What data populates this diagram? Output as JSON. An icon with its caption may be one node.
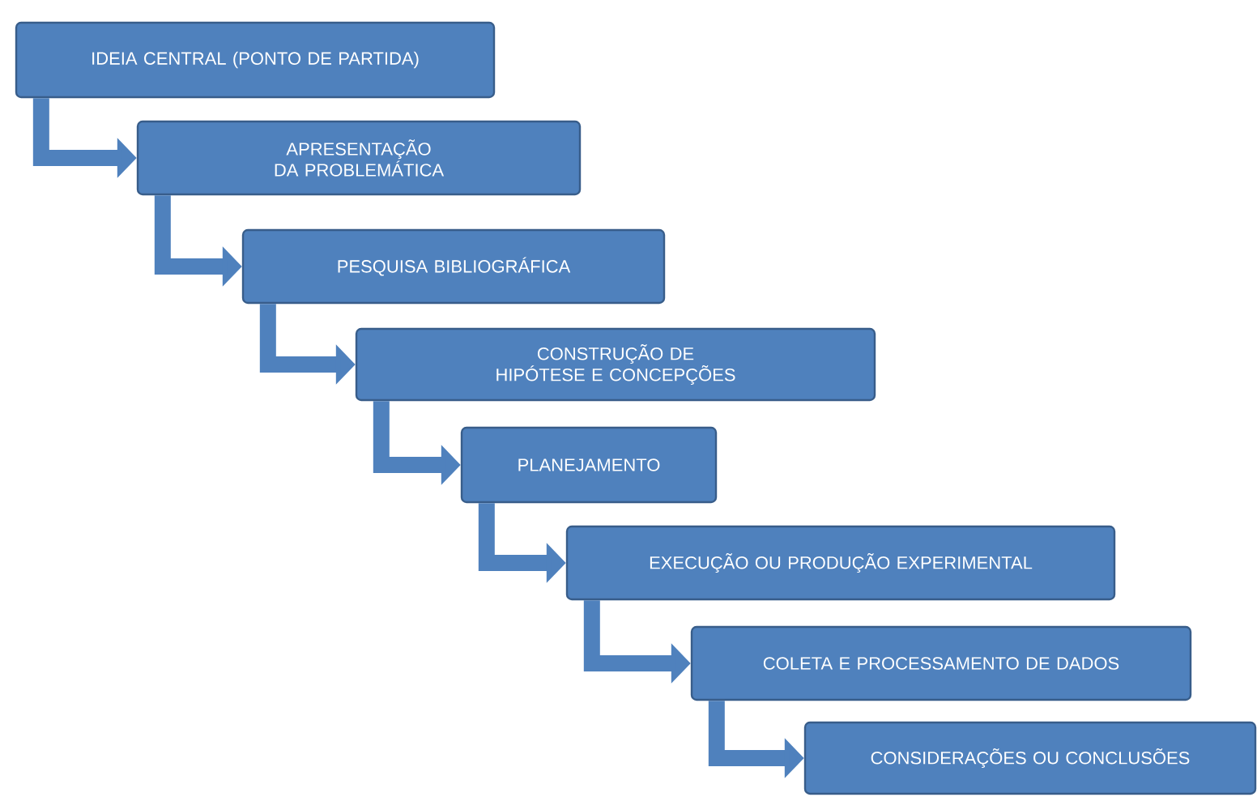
{
  "diagram": {
    "nodes": [
      {
        "text": [
          "IDEIA CENTRAL (PONTO DE PARTIDA)"
        ]
      },
      {
        "text": [
          "APRESENTAÇÃO DA PROBLEMÁTICA"
        ]
      },
      {
        "text": [
          "PESQUISA BIBLIOGRÁFICA"
        ]
      },
      {
        "text": [
          "CONSTRUÇÃO DE HIPÓTESE E CONCEPÇÕES"
        ]
      },
      {
        "text": [
          "PLANEJAMENTO"
        ]
      },
      {
        "text": [
          "EXECUÇÃO OU PRODUÇÃO EXPERIMENTAL"
        ]
      },
      {
        "text": [
          "COLETA E PROCESSAMENTO DE DADOS"
        ]
      },
      {
        "text": [
          "CONSIDERAÇÕES OU CONCLUSÕES"
        ]
      }
    ],
    "edges": [
      {
        "from": 0,
        "to": 1,
        "arrow": "to"
      },
      {
        "from": 1,
        "to": 2,
        "arrow": "to"
      },
      {
        "from": 2,
        "to": 3,
        "arrow": "to"
      },
      {
        "from": 3,
        "to": 4,
        "arrow": "to"
      },
      {
        "from": 4,
        "to": 5,
        "arrow": "to"
      },
      {
        "from": 5,
        "to": 6,
        "arrow": "to"
      },
      {
        "from": 6,
        "to": 7,
        "arrow": "to"
      }
    ]
  }
}
